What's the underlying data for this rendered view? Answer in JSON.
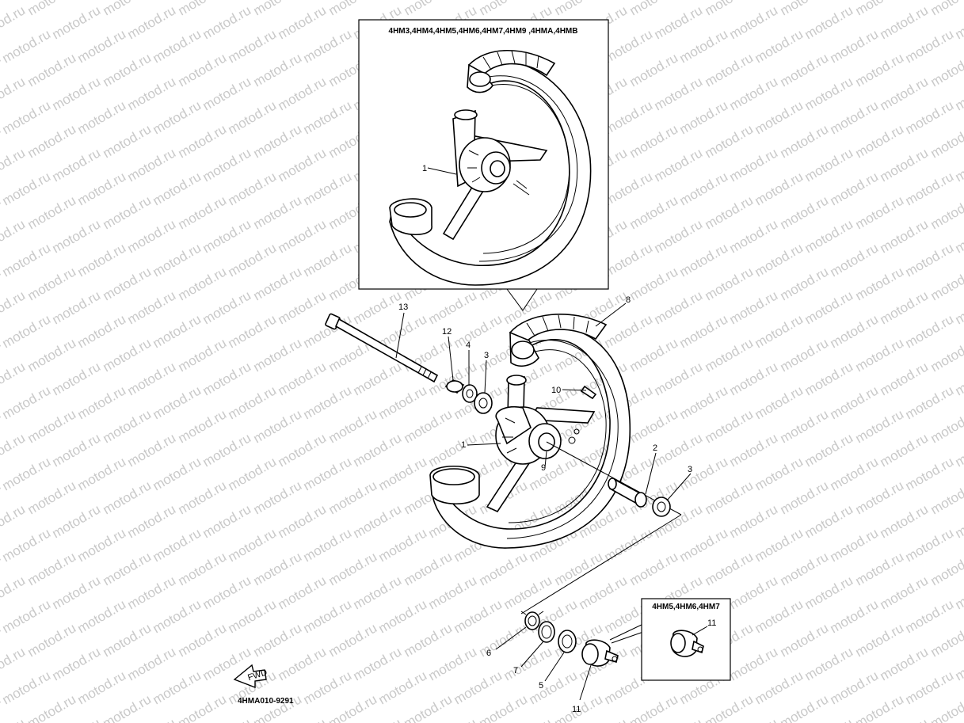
{
  "watermark": "motod.ru",
  "inset_top": {
    "title": "4HM3,4HM4,4HM5,4HM6,4HM7,4HM9 ,4HMA,4HMB"
  },
  "inset_bottom": {
    "title": "4HM5,4HM6,4HM7"
  },
  "drawing_code": "4HMA010-9291",
  "fwd_label": "FWD",
  "callouts": {
    "c1_top": "1",
    "c13": "13",
    "c12": "12",
    "c4": "4",
    "c3a": "3",
    "c8": "8",
    "c10": "10",
    "c1": "1",
    "c9": "9",
    "c2": "2",
    "c3b": "3",
    "c6": "6",
    "c7": "7",
    "c5": "5",
    "c11": "11",
    "c11_inset": "11"
  }
}
